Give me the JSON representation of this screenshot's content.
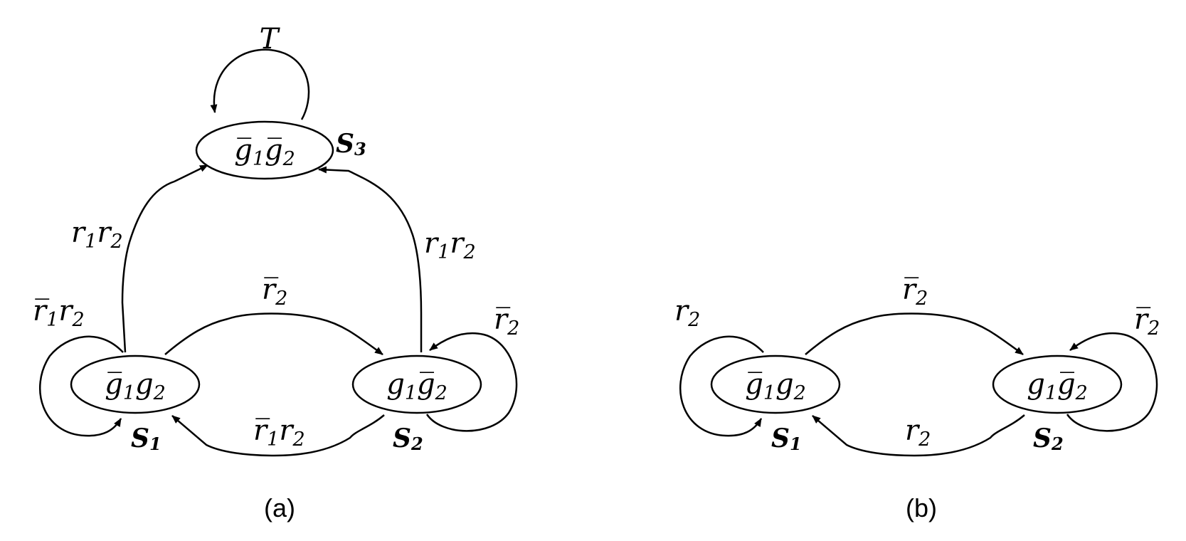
{
  "panels": [
    {
      "caption": "(a)",
      "nodes": {
        "s1": {
          "label": "g̅",
          "sub1": "1",
          "label2": "g",
          "sub2": "2",
          "name": "S",
          "name_sub": "1"
        },
        "s2": {
          "label": "g",
          "sub1": "1",
          "label2": "g̅",
          "sub2": "2",
          "name": "S",
          "name_sub": "2"
        },
        "s3": {
          "label": "g̅",
          "sub1": "1",
          "label2": "g̅",
          "sub2": "2",
          "name": "S",
          "name_sub": "3"
        }
      },
      "edges": {
        "s3_self": {
          "text": "T"
        },
        "s1_self": {
          "a": "r̅",
          "a_sub": "1",
          "b": "r",
          "b_sub": "2"
        },
        "s1_s3": {
          "a": "r",
          "a_sub": "1",
          "b": "r",
          "b_sub": "2"
        },
        "s2_s3": {
          "a": "r",
          "a_sub": "1",
          "b": "r",
          "b_sub": "2"
        },
        "s1_s2": {
          "a": "r̅",
          "a_sub": "2"
        },
        "s2_self": {
          "a": "r̅",
          "a_sub": "2"
        },
        "s2_s1": {
          "a": "r̅",
          "a_sub": "1",
          "b": "r",
          "b_sub": "2"
        }
      }
    },
    {
      "caption": "(b)",
      "nodes": {
        "s1": {
          "label": "g̅",
          "sub1": "1",
          "label2": "g",
          "sub2": "2",
          "name": "S",
          "name_sub": "1"
        },
        "s2": {
          "label": "g",
          "sub1": "1",
          "label2": "g̅",
          "sub2": "2",
          "name": "S",
          "name_sub": "2"
        }
      },
      "edges": {
        "s1_self": {
          "a": "r",
          "a_sub": "2"
        },
        "s1_s2": {
          "a": "r̅",
          "a_sub": "2"
        },
        "s2_self": {
          "a": "r̅",
          "a_sub": "2"
        },
        "s2_s1": {
          "a": "r",
          "a_sub": "2"
        }
      }
    }
  ]
}
